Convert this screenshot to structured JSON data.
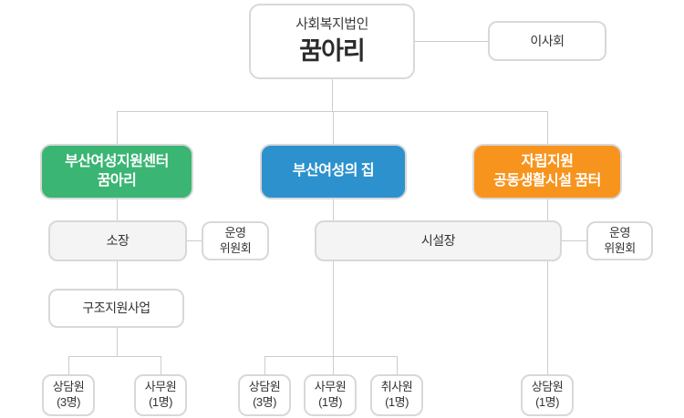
{
  "root": {
    "subtitle": "사회복지법인",
    "title": "꿈아리"
  },
  "board": {
    "label": "이사회"
  },
  "branches": {
    "green": {
      "line1": "부산여성지원센터",
      "line2": "꿈아리",
      "color": "#3ab573"
    },
    "blue": {
      "line1": "부산여성의 집",
      "color": "#2d91cd"
    },
    "orange": {
      "line1": "자립지원",
      "line2": "공동생활시설 꿈터",
      "color": "#f7941d"
    }
  },
  "center_unit": {
    "director": "소장",
    "committee_line1": "운영",
    "committee_line2": "위원회",
    "program": "구조지원사업"
  },
  "facility_unit": {
    "head": "시설장",
    "committee_line1": "운영",
    "committee_line2": "위원회"
  },
  "staff": {
    "left": [
      {
        "role": "상담원",
        "count": "(3명)"
      },
      {
        "role": "사무원",
        "count": "(1명)"
      }
    ],
    "middle": [
      {
        "role": "상담원",
        "count": "(3명)"
      },
      {
        "role": "사무원",
        "count": "(1명)"
      },
      {
        "role": "취사원",
        "count": "(1명)"
      }
    ],
    "right": [
      {
        "role": "상담원",
        "count": "(1명)"
      }
    ]
  },
  "colors": {
    "green_box": "#3ab573",
    "blue_box": "#2d91cd",
    "orange_box": "#f7941d",
    "connector_line": "#cccccc",
    "box_border": "#d8d8d8",
    "gray_fill": "#f4f4f4"
  }
}
